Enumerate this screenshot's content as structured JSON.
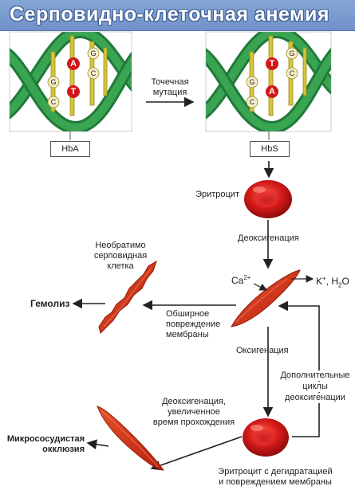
{
  "title": "Серповидно-клеточная анемия",
  "dna_left": {
    "caption": "HbA",
    "bases": [
      "A",
      "T",
      "G",
      "C",
      "G",
      "C"
    ]
  },
  "dna_right": {
    "caption": "HbS",
    "bases": [
      "T",
      "A",
      "G",
      "C",
      "G",
      "C"
    ]
  },
  "mutation_label_line1": "Точечная",
  "mutation_label_line2": "мутация",
  "erythrocyte_label": "Эритроцит",
  "deoxygenation_label": "Деоксигенация",
  "ca_label": "Ca",
  "ca_charge": "2+",
  "k_label": "K",
  "k_charge": "+",
  "h2o_label": ", H",
  "h2o_sub": "2",
  "h2o_tail": "O",
  "irreversible_line1": "Необратимо",
  "irreversible_line2": "серповидная",
  "irreversible_line3": "клетка",
  "hemolysis_label": "Гемолиз",
  "damage_line1": "Обширное",
  "damage_line2": "повреждение",
  "damage_line3": "мембраны",
  "oxygenation_label": "Оксигенация",
  "cycles_line1": "Дополнительные",
  "cycles_line2": "циклы",
  "cycles_line3": "деоксигенации",
  "transit_line1": "Деоксигенация,",
  "transit_line2": "увеличенное",
  "transit_line3": "время прохождения",
  "occlusion_line1": "Микрососудистая",
  "occlusion_line2": "окклюзия",
  "dehydrated_line1": "Эритроцит с дегидратацией",
  "dehydrated_line2": "и повреждением мембраны",
  "colors": {
    "title_bg": "#7a9bd0",
    "helix": "#2f9a4a",
    "rung": "#d6c43a",
    "rbc": "#d01818",
    "sickle": "#d23a1c"
  }
}
